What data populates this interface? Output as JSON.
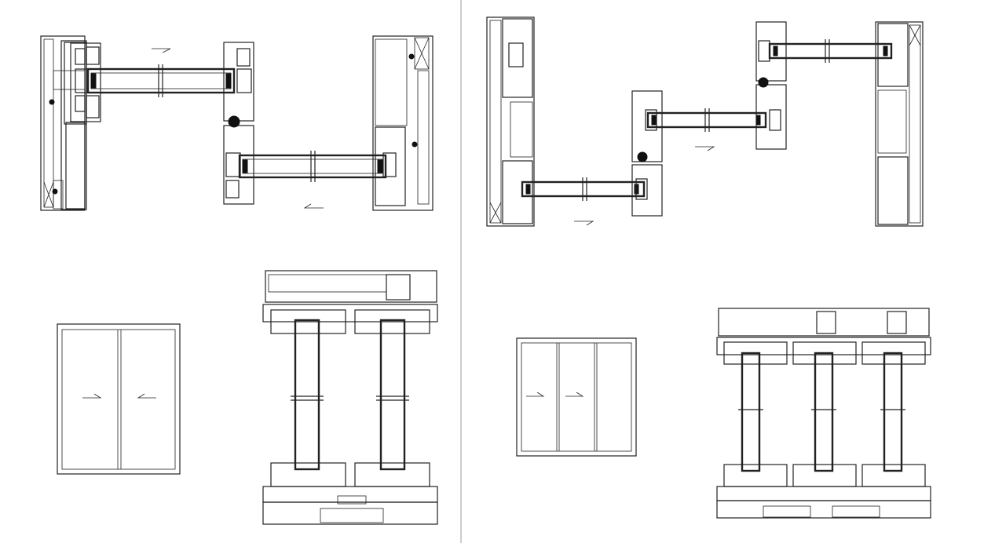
{
  "colors": {
    "background": "#ffffff",
    "line": "#222222",
    "divider": "#cccccc"
  },
  "sheets": [
    {
      "name": "two-panel-sliding-door",
      "panels": 2,
      "arrows": [
        "right",
        "left"
      ]
    },
    {
      "name": "three-panel-sliding-door",
      "panels": 3,
      "arrows": [
        "right",
        "right"
      ]
    }
  ]
}
